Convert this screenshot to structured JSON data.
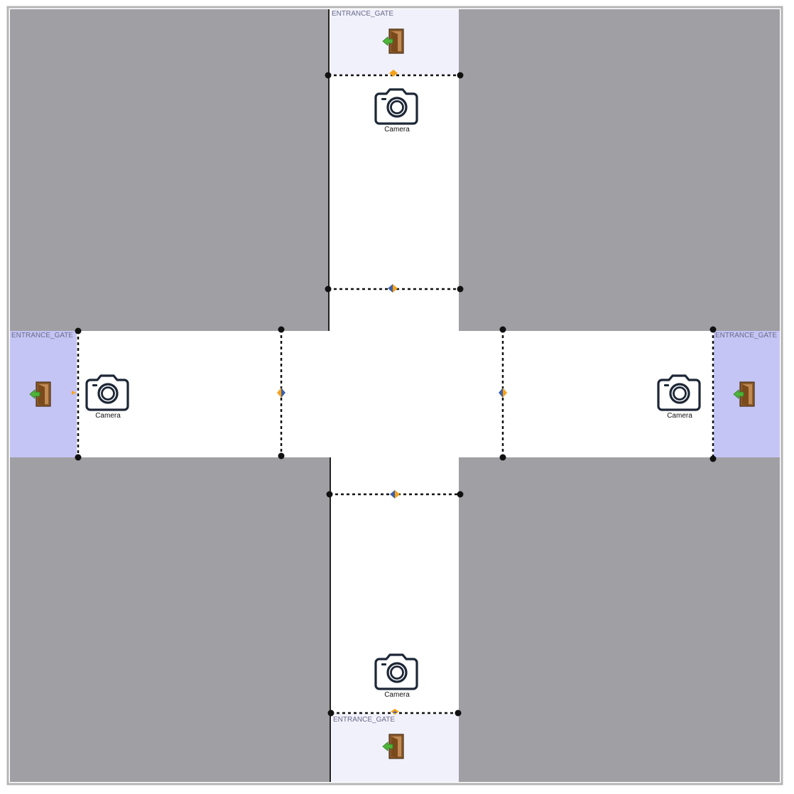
{
  "colors": {
    "block": "#a09fa4",
    "road": "#ffffff",
    "frame": "#b5b5b5",
    "entrance_side": "#c5c5f5",
    "entrance_top": "#f1f1fc",
    "marker_orange": "#f5a21c",
    "marker_blue": "#3d5fa8",
    "dot": "#111111"
  },
  "cameras": [
    {
      "id": "camera-top",
      "label": "Camera"
    },
    {
      "id": "camera-left",
      "label": "Camera"
    },
    {
      "id": "camera-right",
      "label": "Camera"
    },
    {
      "id": "camera-bottom",
      "label": "Camera"
    }
  ],
  "entrances": [
    {
      "id": "entrance-top",
      "label": "ENTRANCE_GATE",
      "icon": "door-exit-icon"
    },
    {
      "id": "entrance-left",
      "label": "ENTRANCE_GATE",
      "icon": "door-exit-icon"
    },
    {
      "id": "entrance-right",
      "label": "ENTRANCE_GATE",
      "icon": "door-exit-icon"
    },
    {
      "id": "entrance-bottom",
      "label": "ENTRANCE_GATE",
      "icon": "door-exit-icon"
    }
  ]
}
